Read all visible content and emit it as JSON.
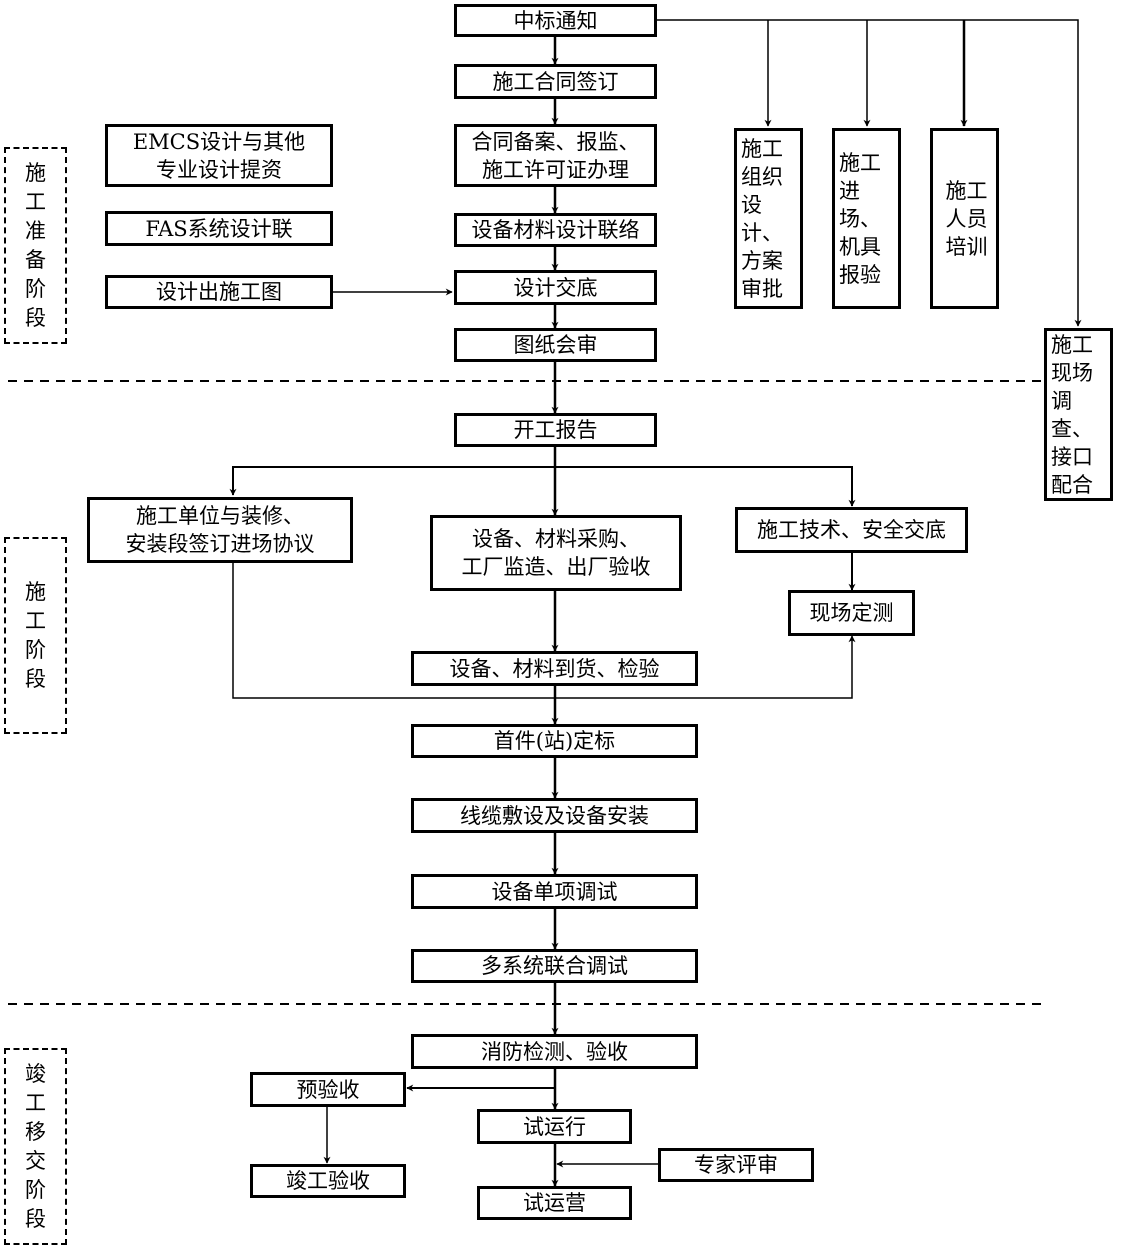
{
  "stages": {
    "prep": "施\n工\n准\n备\n阶\n段",
    "build": "施\n工\n阶\n段",
    "handover": "竣\n工\n移\n交\n阶\n段"
  },
  "main_flow": {
    "bid_notice": "中标通知",
    "contract_sign": "施工合同签订",
    "filing": "合同备案、报监、\n施工许可证办理",
    "material_design_liaison": "设备材料设计联络",
    "design_briefing": "设计交底",
    "drawing_review": "图纸会审",
    "start_report": "开工报告",
    "procurement": "设备、材料采购、\n工厂监造、出厂验收",
    "arrival_inspection": "设备、材料到货、检验",
    "first_station_benchmark": "首件(站)定标",
    "cabling_install": "线缆敷设及设备安装",
    "unit_debug": "设备单项调试",
    "multi_system_debug": "多系统联合调试",
    "fire_inspection": "消防检测、验收",
    "trial_run": "试运行",
    "trial_operation": "试运营"
  },
  "side_prep": {
    "emcs": "EMCS设计与其他\n专业设计提资",
    "fas": "FAS系统设计联",
    "design_drawings": "设计出施工图"
  },
  "right_prep": {
    "org_design": "施工\n组织\n设计、\n方案\n审批",
    "site_entry": "施工\n进场、\n机具\n报验",
    "staff_training": "施工\n人员\n培训",
    "site_survey": "施工\n现场\n调查、\n接口\n配合"
  },
  "build_side": {
    "entry_agreement": "施工单位与装修、\n安装段签订进场协议",
    "tech_safety_briefing": "施工技术、安全交底",
    "site_survey_measure": "现场定测"
  },
  "handover_side": {
    "pre_acceptance": "预验收",
    "final_acceptance": "竣工验收",
    "expert_review": "专家评审"
  }
}
